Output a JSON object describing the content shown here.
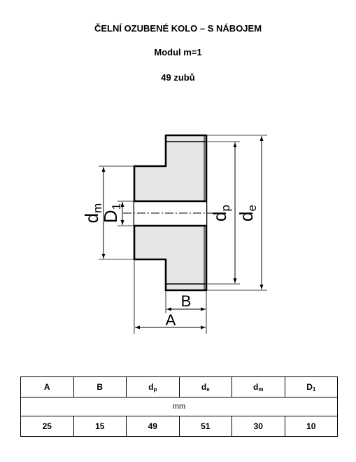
{
  "title": "ČELNÍ OZUBENÉ KOLO – S NÁBOJEM",
  "module": "Modul  m=1",
  "teeth": "49 zubů",
  "drawing": {
    "label_dm": {
      "base": "d",
      "sub": "m"
    },
    "label_D1": {
      "base": "D",
      "sub": "1"
    },
    "label_dp": {
      "base": "d",
      "sub": "p"
    },
    "label_de": {
      "base": "d",
      "sub": "e"
    },
    "label_B": "B",
    "label_A": "A"
  },
  "table": {
    "headers": [
      {
        "base": "A",
        "sub": ""
      },
      {
        "base": "B",
        "sub": ""
      },
      {
        "base": "d",
        "sub": "p"
      },
      {
        "base": "d",
        "sub": "e"
      },
      {
        "base": "d",
        "sub": "m"
      },
      {
        "base": "D",
        "sub": "1"
      }
    ],
    "unit": "mm",
    "values": [
      "25",
      "15",
      "49",
      "51",
      "30",
      "10"
    ]
  },
  "colors": {
    "fill": "#e6e6e6",
    "line": "#000000"
  }
}
